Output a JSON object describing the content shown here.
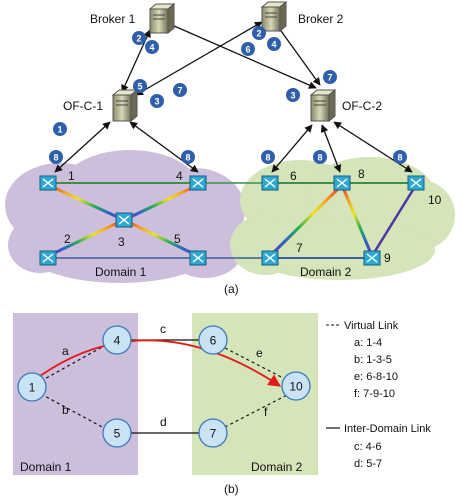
{
  "part_a": {
    "brokers": [
      {
        "label": "Broker 1"
      },
      {
        "label": "Broker 2"
      }
    ],
    "controllers": [
      {
        "label": "OF-C-1"
      },
      {
        "label": "OF-C-2"
      }
    ],
    "step_badges": [
      "2",
      "4",
      "6",
      "5",
      "7",
      "3",
      "1",
      "8"
    ],
    "switch_labels": [
      "1",
      "2",
      "3",
      "4",
      "5",
      "6",
      "7",
      "8",
      "9",
      "10"
    ],
    "domain_labels": [
      "Domain 1",
      "Domain 2"
    ],
    "caption": "(a)"
  },
  "part_b": {
    "domain_labels": [
      "Domain 1",
      "Domain 2"
    ],
    "nodes": [
      "1",
      "4",
      "5",
      "6",
      "7",
      "10"
    ],
    "link_letters": [
      "a",
      "b",
      "c",
      "d",
      "e",
      "f"
    ],
    "legend": {
      "virtual_title": "Virtual Link",
      "virtual_items": [
        "a: 1-4",
        "b: 1-3-5",
        "e: 6-8-10",
        "f: 7-9-10"
      ],
      "inter_title": "Inter-Domain Link",
      "inter_items": [
        "c: 4-6",
        "d: 5-7"
      ]
    },
    "caption": "(b)"
  },
  "colors": {
    "domain1": "#cdbfdc",
    "domain2": "#d5e4b9",
    "badge": "#2f5fab",
    "switch": "#2fa8d3",
    "node_fill": "#c9e3f5",
    "node_stroke": "#3a78c0",
    "arrow_red": "#e01b1b"
  }
}
